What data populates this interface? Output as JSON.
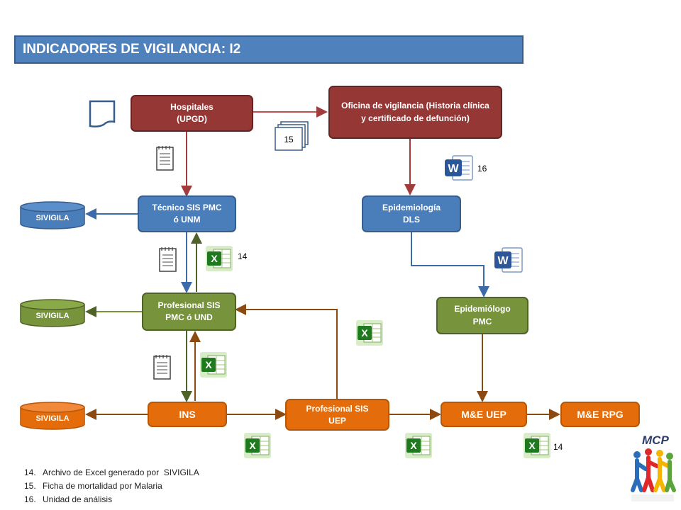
{
  "header": {
    "title": "INDICADORES DE VIGILANCIA: I2"
  },
  "nodes": {
    "hospitales": "Hospitales\n(UPGD)",
    "oficina": "Oficina de vigilancia (Historia clínica y certificado de defunción)",
    "tecnico": "Técnico SIS PMC ó UNM",
    "epidemiologia_dls": "Epidemiología\nDLS",
    "profesional_pmc": "Profesional SIS PMC ó UND",
    "epidemiologo": "Epidemiólogo\nPMC",
    "ins": "INS",
    "profesional_uep": "Profesional SIS\nUEP",
    "me_uep": "M&E UEP",
    "me_rpg": "M&E RPG"
  },
  "databases": {
    "sivigila_1": "SIVIGILA",
    "sivigila_2": "SIVIGILA",
    "sivigila_3": "SIVIGILA"
  },
  "annotations": {
    "n15": "15",
    "n16": "16",
    "n14_top": "14",
    "n14_bottom": "14"
  },
  "legend": [
    {
      "num": "14.",
      "text": "Archivo de Excel generado por  SIVIGILA"
    },
    {
      "num": "15.",
      "text": "Ficha de mortalidad por Malaria"
    },
    {
      "num": "16.",
      "text": "Unidad de análisis"
    }
  ],
  "logo": {
    "text": "MCP"
  },
  "colors": {
    "title": "#4f81bd",
    "red": "#953735",
    "blue": "#4a7ebb",
    "green": "#77933c",
    "orange": "#e46c0a",
    "excel_green": "#1f7a1f",
    "word_blue": "#2b579a"
  },
  "icons": [
    "blank-document-icon",
    "notepad-icon",
    "stacked-forms-icon",
    "word-icon",
    "excel-icon",
    "mcp-logo-icon"
  ]
}
